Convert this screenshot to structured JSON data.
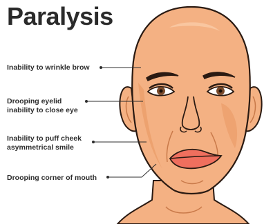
{
  "title": "Paralysis",
  "labels": [
    {
      "lines": [
        "Inability to wrinkle brow"
      ]
    },
    {
      "lines": [
        "Drooping eyelid",
        "inability to close eye"
      ]
    },
    {
      "lines": [
        "Inability to puff cheek",
        "asymmetrical smile"
      ]
    },
    {
      "lines": [
        "Drooping corner of mouth"
      ]
    }
  ],
  "colors": {
    "skin": "#f4b183",
    "skin_shadow": "#e8965f",
    "outline": "#2a1a12",
    "lips": "#ef6f5e",
    "iris": "#7a4a2a",
    "text": "#2d2d2d"
  }
}
